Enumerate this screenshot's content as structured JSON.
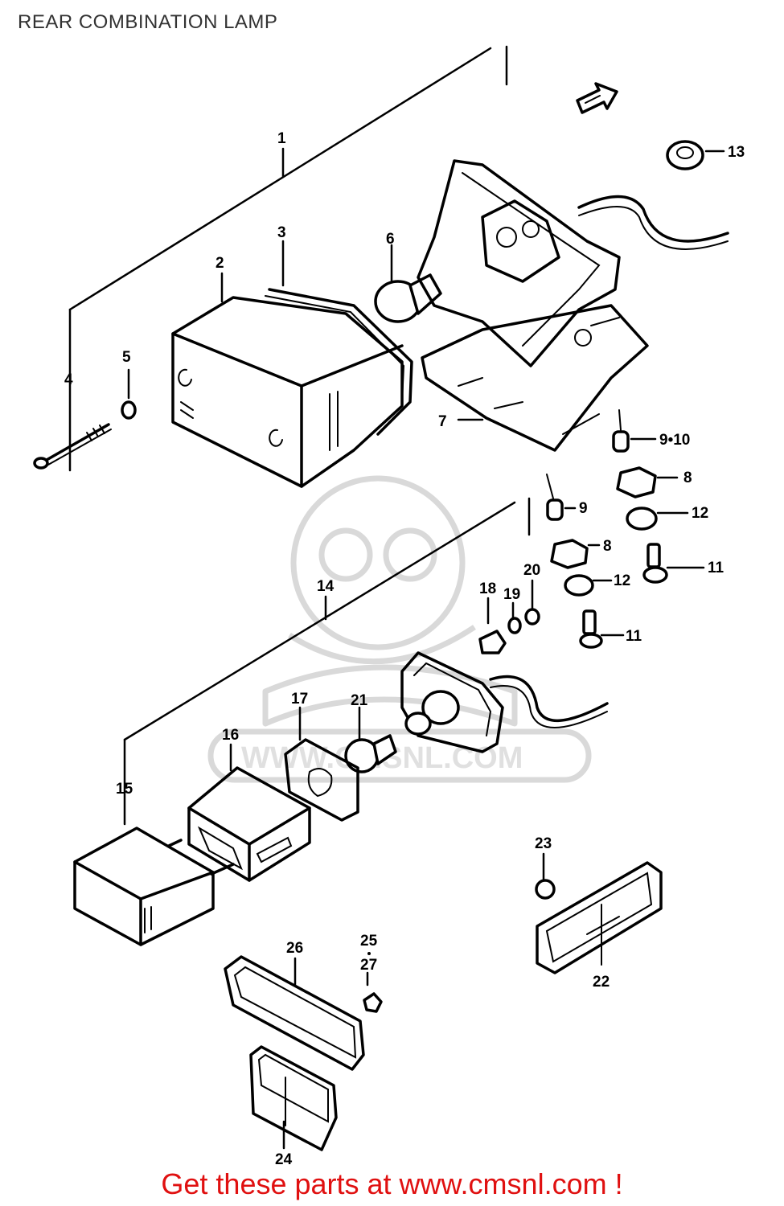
{
  "page": {
    "title": "REAR COMBINATION LAMP",
    "footer": "Get these parts at www.cmsnl.com !",
    "watermark": "WWW.CMSNL.COM",
    "footer_color": "#e01010"
  },
  "callouts": [
    "1",
    "2",
    "3",
    "4",
    "5",
    "6",
    "7",
    "8",
    "8",
    "9",
    "9•10",
    "11",
    "11",
    "12",
    "12",
    "13",
    "14",
    "15",
    "16",
    "17",
    "18",
    "19",
    "20",
    "21",
    "22",
    "23",
    "24",
    "25",
    "27",
    "26"
  ]
}
